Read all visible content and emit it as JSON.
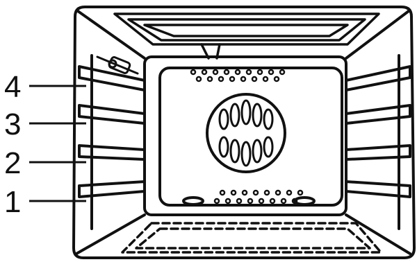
{
  "diagram": {
    "shelf_positions": [
      {
        "label": "4"
      },
      {
        "label": "3"
      },
      {
        "label": "2"
      },
      {
        "label": "1"
      }
    ],
    "colors": {
      "stroke": "#111111",
      "background": "#ffffff"
    },
    "icons": [
      "oven-lamp-icon",
      "convection-fan-icon",
      "bottom-heating-element-icon",
      "top-grill-element-icon"
    ]
  }
}
